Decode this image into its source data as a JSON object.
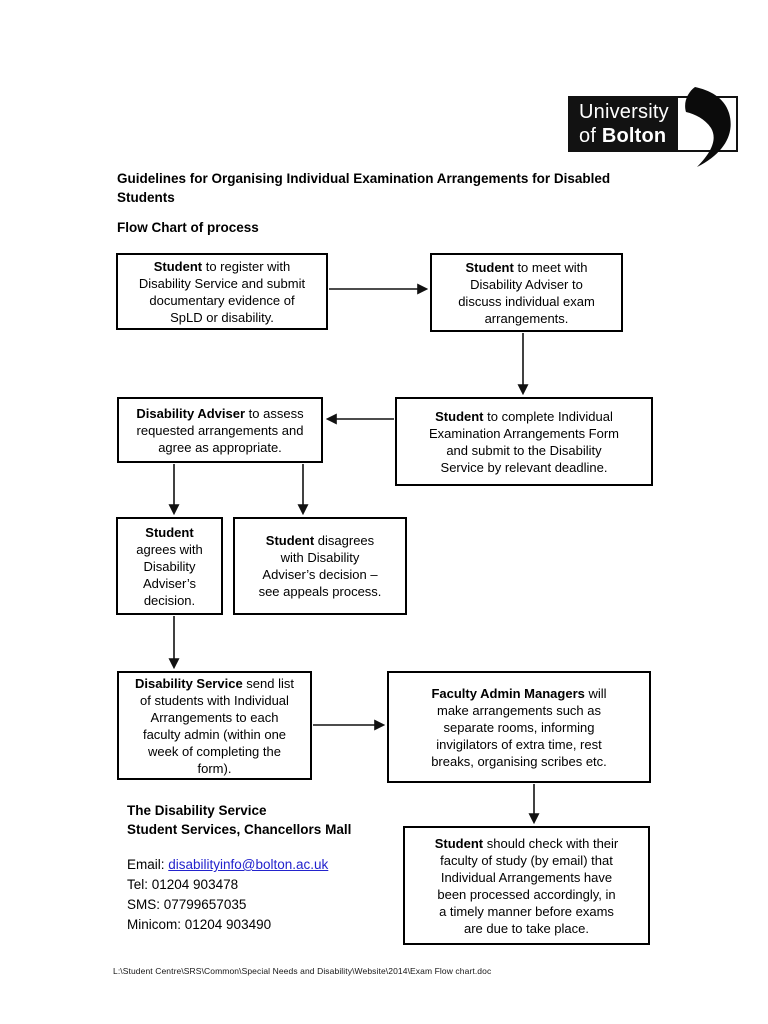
{
  "logo": {
    "line1": "University",
    "of": "of ",
    "name": "Bolton"
  },
  "title": "Guidelines for Organising Individual Examination Arrangements for Disabled Students",
  "subtitle": "Flow Chart of process",
  "boxes": [
    {
      "bold": "Student",
      "rest": " to register with\nDisability Service and submit\ndocumentary evidence of\nSpLD or disability."
    },
    {
      "bold": "Student",
      "rest": " to meet with\nDisability Adviser to\ndiscuss individual exam\narrangements."
    },
    {
      "bold": "Student",
      "rest": " to complete Individual\nExamination Arrangements Form\nand submit to the Disability\nService by relevant deadline."
    },
    {
      "bold": "Disability Adviser",
      "rest": " to assess\nrequested arrangements and\nagree as appropriate."
    },
    {
      "bold": "Student",
      "rest": "\nagrees with\nDisability\nAdviser’s\ndecision."
    },
    {
      "bold": "Student",
      "rest": " disagrees\nwith Disability\nAdviser’s decision –\nsee appeals process."
    },
    {
      "bold": "Disability Service",
      "rest": " send list\nof students with Individual\nArrangements to each\nfaculty admin (within one\nweek of completing the\nform)."
    },
    {
      "bold": "Faculty Admin Managers",
      "rest": " will\nmake arrangements such as\nseparate rooms, informing\ninvigilators of extra time, rest\nbreaks, organising scribes etc."
    },
    {
      "bold": "Student",
      "rest": " should check with their\nfaculty of study (by email) that\nIndividual Arrangements have\nbeen processed accordingly, in\na timely manner before exams\nare due to take place."
    }
  ],
  "contact": {
    "name": "The Disability Service",
    "address": "Student Services, Chancellors Mall",
    "email_label": "Email: ",
    "email": "disabilityinfo@bolton.ac.uk",
    "tel": "Tel: 01204 903478",
    "sms": "SMS: 07799657035",
    "minicom": "Minicom: 01204 903490"
  },
  "footer": "L:\\Student Centre\\SRS\\Common\\Special Needs and Disability\\Website\\2014\\Exam Flow chart.doc",
  "colors": {
    "link": "#2323cd",
    "text": "#000000",
    "logo_bg": "#121212",
    "page_bg": "#ffffff"
  }
}
